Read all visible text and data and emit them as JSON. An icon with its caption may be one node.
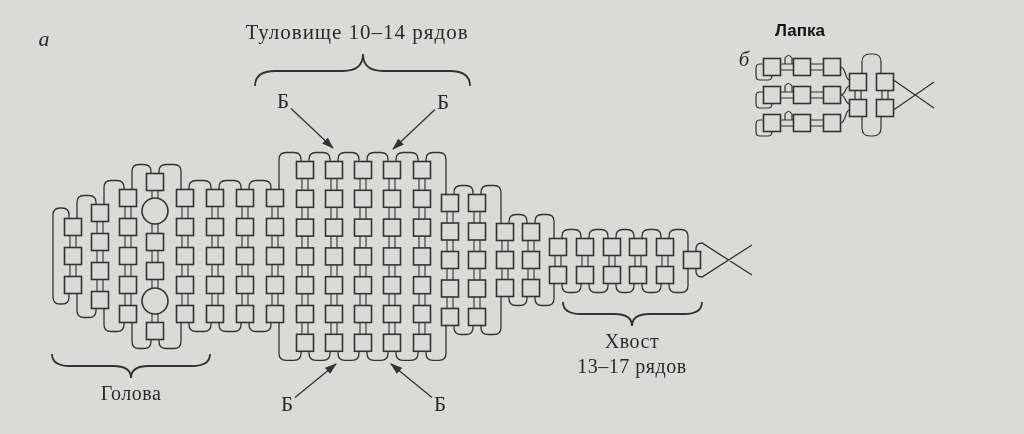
{
  "diagram": {
    "nodes": [
      {
        "text": [
          "Б"
        ]
      },
      {
        "text": [
          "Б"
        ]
      },
      {
        "text": [
          "Б"
        ]
      },
      {
        "text": [
          "Б"
        ]
      }
    ],
    "edges": [
      {
        "from": 0,
        "to": null,
        "arrow": "to"
      },
      {
        "from": 1,
        "to": null,
        "arrow": "to"
      },
      {
        "from": 2,
        "to": null,
        "arrow": "to"
      },
      {
        "from": 3,
        "to": null,
        "arrow": "to"
      }
    ],
    "labels": [
      "а",
      "Туловище 10–14 рядов",
      "Лапка",
      "б",
      "Голова",
      "Хвост 13–17 рядов"
    ]
  }
}
